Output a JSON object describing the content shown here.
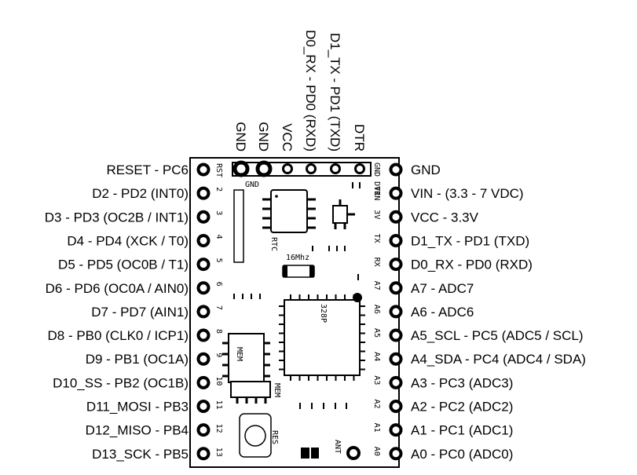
{
  "top_labels": [
    "GND",
    "GND",
    "VCC",
    "D0_RX - PD0 (RXD)",
    "D1_TX - PD1 (TXD)",
    "DTR"
  ],
  "left_labels": [
    "RESET - PC6",
    "D2 - PD2 (INT0)",
    "D3 - PD3 (OC2B / INT1)",
    "D4 - PD4 (XCK / T0)",
    "D5 - PD5 (OC0B / T1)",
    "D6 - PD6 (OC0A / AIN0)",
    "D7 - PD7 (AIN1)",
    "D8 - PB0 (CLK0 / ICP1)",
    "D9 - PB1 (OC1A)",
    "D10_SS - PB2 (OC1B)",
    "D11_MOSI - PB3",
    "D12_MISO - PB4",
    "D13_SCK - PB5"
  ],
  "right_labels": [
    "GND",
    "VIN - (3.3 - 7 VDC)",
    "VCC - 3.3V",
    "D1_TX - PD1 (TXD)",
    "D0_RX - PD0 (RXD)",
    "A7 - ADC7",
    "A6 - ADC6",
    "A5_SCL - PC5 (ADC5 / SCL)",
    "A4_SDA - PC4 (ADC4 / SDA)",
    "A3 - PC3 (ADC3)",
    "A2 - PC2 (ADC2)",
    "A1 - PC1 (ADC1)",
    "A0 - PC0 (ADC0)"
  ],
  "silk_left": [
    "RST",
    "2",
    "3",
    "4",
    "5",
    "6",
    "7",
    "8",
    "9",
    "10",
    "11",
    "12",
    "13"
  ],
  "silk_right": [
    "GND DTR",
    "VIN",
    "3V",
    "TX",
    "RX",
    "A7",
    "A6",
    "A5",
    "A4",
    "A3",
    "A2",
    "A1",
    "A0"
  ],
  "silk_misc": {
    "gnd": "GND",
    "rtc": "RTC",
    "crystal": "16Mhz",
    "mcu": "328P",
    "mem1": "MEM",
    "mem2": "MEM",
    "reset": "RES",
    "antenna": "ANT"
  }
}
